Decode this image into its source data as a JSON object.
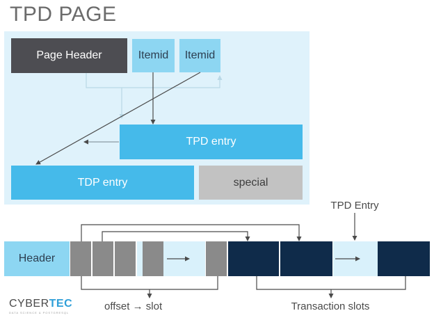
{
  "title": "TPD PAGE",
  "page": {
    "page_header": "Page Header",
    "itemids": [
      "Itemid",
      "Itemid"
    ],
    "tpd_entry": "TPD entry",
    "tdp_entry": "TDP entry",
    "special": "special"
  },
  "bottom": {
    "tpd_entry_label": "TPD Entry",
    "header": "Header",
    "offset_label_left": "offset",
    "offset_label_right": "slot",
    "transaction_label": "Transaction slots"
  },
  "logo": {
    "text_a": "CYBER",
    "text_b": "TEC",
    "tagline": "DATA SCIENCE & POSTGRESQL"
  },
  "colors": {
    "panel": "#dff2fb",
    "dark_gray": "#4d4d52",
    "light_blue": "#8dd6f2",
    "blue": "#45baea",
    "navy": "#0f2b4a",
    "gray": "#8a8a8a"
  }
}
